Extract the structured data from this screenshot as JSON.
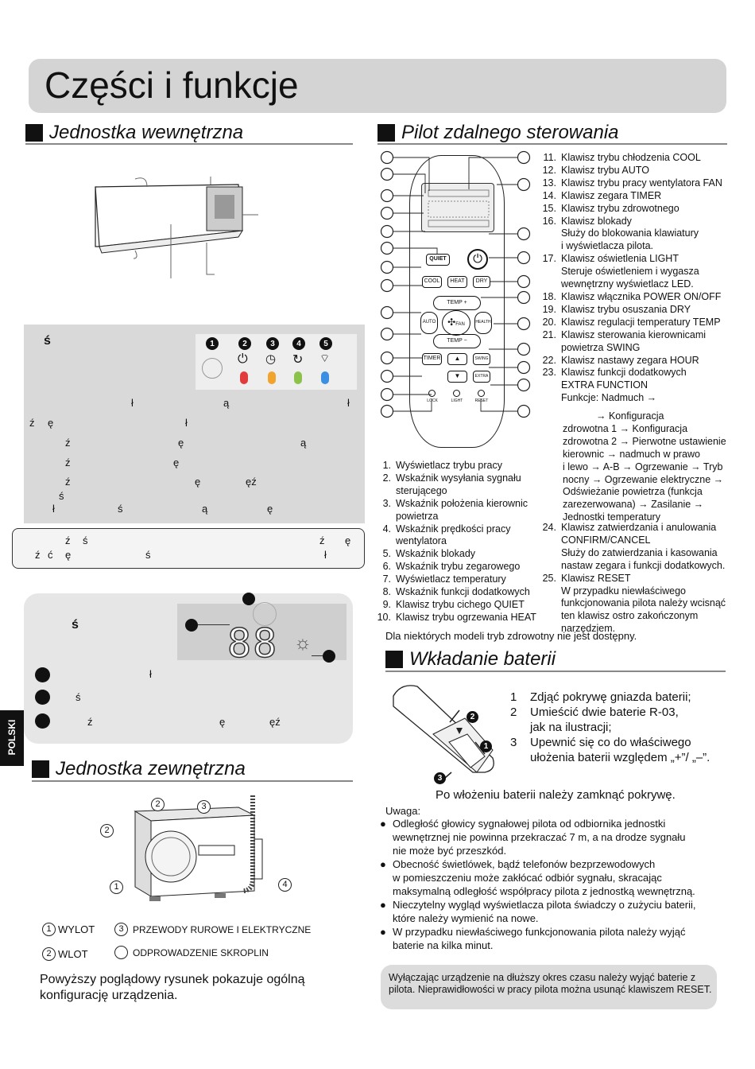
{
  "page": {
    "title": "Części i funkcje",
    "side_tab": "POLSKI"
  },
  "indoor": {
    "heading": "Jednostka wewnętrzna",
    "display_panel": {
      "title_char": "ś",
      "fragments": [
        "ł",
        "ą",
        "ł",
        "ź",
        "ę",
        "ł",
        "ź",
        "ę",
        "ą",
        "ź",
        "ę",
        "ź",
        "ę",
        "ęź",
        "ś",
        "ł",
        "ś",
        "ą",
        "ę"
      ],
      "led_numbers": [
        "1",
        "2",
        "3",
        "4",
        "5"
      ],
      "led_colors": [
        "#e23b3b",
        "#f1a32c",
        "#8bc34a",
        "#3b8fe2"
      ]
    },
    "note_box": {
      "fragments": [
        "ź",
        "ś",
        "ź",
        "ę",
        "ź",
        "ć",
        "ę",
        "ś",
        "ł"
      ]
    },
    "display_panel_2": {
      "title_char": "ś",
      "digits": "88",
      "items": [
        {
          "char": "ł"
        },
        {
          "char": "ś"
        },
        {
          "char": "ź",
          "char2": "ę",
          "char3": "ęź"
        }
      ]
    }
  },
  "outdoor": {
    "heading": "Jednostka zewnętrzna",
    "callouts": [
      "1",
      "2",
      "2",
      "3",
      "4"
    ],
    "legend": [
      {
        "num": "1",
        "label": "WYLOT"
      },
      {
        "num": "3",
        "label": "PRZEWODY RUROWE I ELEKTRYCZNE"
      },
      {
        "num": "2",
        "label": "WLOT"
      },
      {
        "num": "",
        "label": "ODPROWADZENIE SKROPLIN"
      }
    ],
    "note": "Powyższy poglądowy rysunek pokazuje ogólną konfigurację urządzenia."
  },
  "remote": {
    "heading": "Pilot zdalnego sterowania",
    "buttons": {
      "quiet": "QUIET",
      "cool": "COOL",
      "heat": "HEAT",
      "dry": "DRY",
      "temp_up": "TEMP +",
      "temp_down": "TEMP −",
      "auto": "AUTO",
      "fan": "FAN",
      "health": "HEALTH",
      "timer": "TIMER",
      "swing": "SWING",
      "extra": "EXTRA",
      "lock": "LOCK",
      "light": "LIGHT",
      "reset": "RESET"
    },
    "list_left": [
      {
        "n": "1.",
        "t": "Wyświetlacz trybu pracy"
      },
      {
        "n": "2.",
        "t": "Wskaźnik wysyłania sygnału sterującego"
      },
      {
        "n": "3.",
        "t": "Wskaźnik położenia kierownic powietrza"
      },
      {
        "n": "4.",
        "t": "Wskaźnik prędkości pracy wentylatora"
      },
      {
        "n": "5.",
        "t": "Wskaźnik blokady"
      },
      {
        "n": "6.",
        "t": "Wskaźnik trybu zegarowego"
      },
      {
        "n": "7.",
        "t": "Wyświetlacz temperatury"
      },
      {
        "n": "8.",
        "t": "Wskaźnik funkcji dodatkowych"
      },
      {
        "n": "9.",
        "t": "Klawisz trybu cichego QUIET"
      },
      {
        "n": "10.",
        "t": "Klawisz trybu ogrzewania HEAT"
      }
    ],
    "list_right": [
      {
        "n": "11.",
        "t": "Klawisz trybu chłodzenia COOL"
      },
      {
        "n": "12.",
        "t": "Klawisz trybu AUTO"
      },
      {
        "n": "13.",
        "t": "Klawisz trybu pracy wentylatora FAN"
      },
      {
        "n": "14.",
        "t": "Klawisz zegara TIMER"
      },
      {
        "n": "15.",
        "t": "Klawisz trybu zdrowotnego"
      },
      {
        "n": "16.",
        "t": "Klawisz blokady"
      },
      {
        "n": "",
        "t": "Służy do blokowania klawiatury"
      },
      {
        "n": "",
        "t": "i wyświetlacza pilota."
      },
      {
        "n": "17.",
        "t": "Klawisz oświetlenia LIGHT"
      },
      {
        "n": "",
        "t": "Steruje oświetleniem i wygasza"
      },
      {
        "n": "",
        "t": "wewnętrzny wyświetlacz LED."
      },
      {
        "n": "18.",
        "t": "Klawisz włącznika POWER ON/OFF"
      },
      {
        "n": "19.",
        "t": "Klawisz trybu osuszania DRY"
      },
      {
        "n": "20.",
        "t": "Klawisz regulacji temperatury TEMP"
      },
      {
        "n": "21.",
        "t": "Klawisz sterowania kierownicami"
      },
      {
        "n": "",
        "t": "powietrza SWING"
      },
      {
        "n": "22.",
        "t": "Klawisz nastawy zegara HOUR"
      },
      {
        "n": "23.",
        "t": "Klawisz funkcji dodatkowych"
      },
      {
        "n": "",
        "t": "EXTRA FUNCTION"
      },
      {
        "n": "",
        "t": "Funkcje: Nadmuch →"
      }
    ],
    "functions_text": [
      "→ Konfiguracja",
      "zdrowotna 1 → Konfiguracja",
      "zdrowotna 2 → Pierwotne ustawienie",
      "kierownic → nadmuch w prawo",
      "i lewo → A-B → Ogrzewanie → Tryb",
      "nocny → Ogrzewanie elektryczne →",
      "Odświeżanie powietrza (funkcja",
      "zarezerwowana) → Zasilanie →",
      "Jednostki temperatury"
    ],
    "list_right_2": [
      {
        "n": "24.",
        "t": "Klawisz zatwierdzania i anulowania"
      },
      {
        "n": "",
        "t": "CONFIRM/CANCEL"
      },
      {
        "n": "",
        "t": "Służy do zatwierdzania i kasowania"
      },
      {
        "n": "",
        "t": "nastaw zegara i funkcji dodatkowych."
      },
      {
        "n": "25.",
        "t": "Klawisz RESET"
      },
      {
        "n": "",
        "t": "W przypadku niewłaściwego"
      },
      {
        "n": "",
        "t": "funkcjonowania pilota należy wcisnąć"
      },
      {
        "n": "",
        "t": "ten klawisz ostro zakończonym"
      },
      {
        "n": "",
        "t": "narzędziem."
      }
    ],
    "health_note": "Dla niektórych modeli tryb zdrowotny nie jest dostępny."
  },
  "batteries": {
    "heading": "Wkładanie baterii",
    "steps": [
      {
        "n": "1",
        "t": "Zdjąć pokrywę gniazda baterii;"
      },
      {
        "n": "2",
        "t": "Umieścić dwie baterie R-03,"
      },
      {
        "n": "",
        "t": "jak na ilustracji;"
      },
      {
        "n": "3",
        "t": "Upewnić się co do właściwego"
      },
      {
        "n": "",
        "t": "ułożenia baterii względem „+”/ „–”."
      }
    ],
    "close_note": "Po włożeniu baterii należy zamknąć pokrywę.",
    "uwaga": "Uwaga:",
    "bullets": [
      [
        "Odległość głowicy sygnałowej pilota od odbiornika jednostki",
        "wewnętrznej nie powinna przekraczać 7 m, a na drodze sygnału",
        "nie może być przeszkód."
      ],
      [
        "Obecność świetlówek, bądź telefonów bezprzewodowych",
        "w pomieszczeniu może zakłócać odbiór sygnału, skracając",
        "maksymalną odległość współpracy pilota z jednostką wewnętrzną."
      ],
      [
        "Nieczytelny wygląd wyświetlacza pilota świadczy o zużyciu baterii,",
        "które należy wymienić na nowe."
      ],
      [
        "W przypadku niewłaściwego funkcjonowania pilota należy wyjąć",
        "baterie na kilka minut."
      ]
    ],
    "final_note": "Wyłączając urządzenie na dłuższy okres czasu należy wyjąć baterie z pilota. Nieprawidłowości w pracy pilota można usunąć klawiszem RESET.",
    "callouts": [
      "1",
      "2",
      "3"
    ]
  }
}
